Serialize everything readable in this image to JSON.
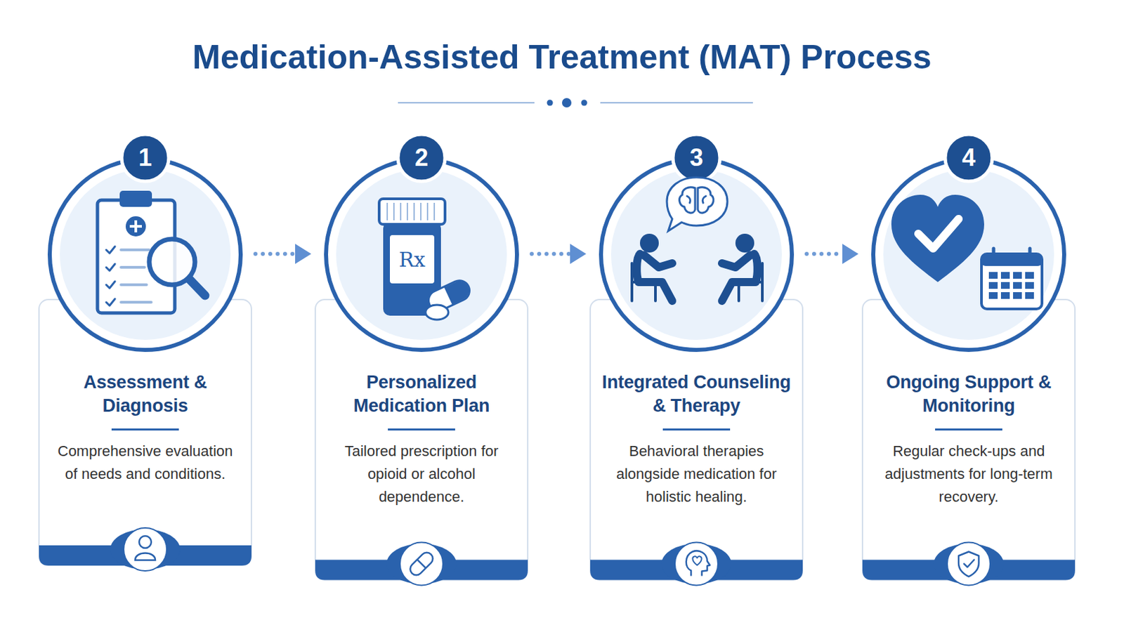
{
  "diagram": {
    "title": "Medication-Assisted Treatment (MAT) Process",
    "nodes": [
      {
        "text": [
          "1",
          "Assessment & Diagnosis",
          "Comprehensive evaluation of needs and conditions."
        ]
      },
      {
        "text": [
          "2",
          "Personalized Medication Plan",
          "Tailored prescription for opioid or alcohol dependence."
        ]
      },
      {
        "text": [
          "3",
          "Integrated Counseling & Therapy",
          "Behavioral therapies alongside medication for holistic healing."
        ]
      },
      {
        "text": [
          "4",
          "Ongoing Support & Monitoring",
          "Regular check-ups and adjustments for long-term recovery."
        ]
      }
    ],
    "edges": [
      {
        "from": 0,
        "to": 1,
        "arrow": "to"
      },
      {
        "from": 1,
        "to": 2,
        "arrow": "to"
      },
      {
        "from": 2,
        "to": 3,
        "arrow": "to"
      }
    ],
    "labels": [
      "Rx"
    ]
  }
}
